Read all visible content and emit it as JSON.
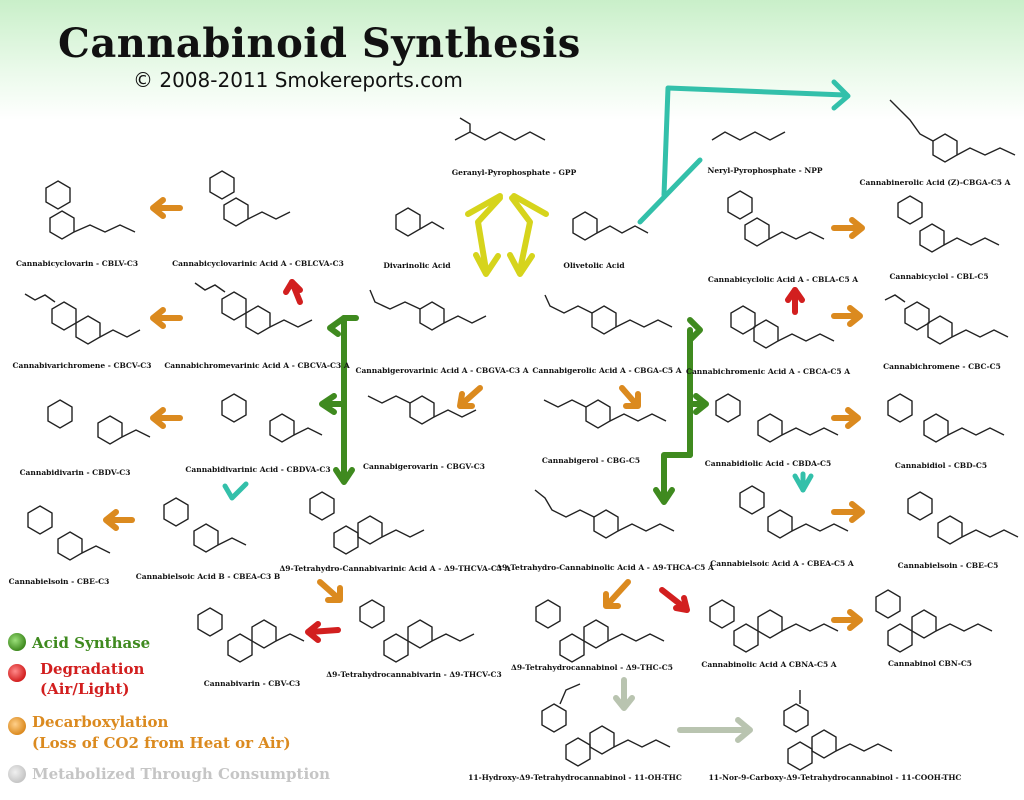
{
  "title": "Cannabinoid Synthesis",
  "subtitle": "© 2008-2011 Smokereports.com",
  "colors": {
    "acid_synthase": "#3f8a1f",
    "degradation": "#d21f1f",
    "decarboxylation": "#db8a1f",
    "metabolized": "#b9c4b0",
    "gpp_arrows": "#d6d41c",
    "npp_arrows": "#33c0aa"
  },
  "legend": [
    {
      "label": "Acid Synthase",
      "color": "#3f8a1f"
    },
    {
      "label": "Degradation",
      "label2": "(Air/Light)",
      "color": "#d21f1f"
    },
    {
      "label": "Decarboxylation",
      "label2": "(Loss of CO2 from Heat or Air)",
      "color": "#db8a1f"
    },
    {
      "label": "Metabolized Through Consumption",
      "color": "#c5c5c5"
    }
  ],
  "compounds": {
    "gpp": "Geranyl-Pyrophosphate - GPP",
    "npp": "Neryl-Pyrophosphate - NPP",
    "cbna": "Cannabinerolic Acid (Z)-CBGA-C5 A",
    "divarinolic": "Divarinolic Acid",
    "olivetolic": "Olivetolic Acid",
    "cblv": "Cannabicyclovarin - CBLV-C3",
    "cblva": "Cannabicyclovarinic Acid A - CBLCVA-C3",
    "cbla": "Cannabicyclolic Acid A - CBLA-C5 A",
    "cbl": "Cannabicyclol - CBL-C5",
    "cbcv": "Cannabivarichromene - CBCV-C3",
    "cbcva": "Cannabichromevarinic Acid A - CBCVA-C3 A",
    "cbgva": "Cannabigerovarinic Acid A - CBGVA-C3 A",
    "cbga": "Cannabigerolic Acid A - CBGA-C5 A",
    "cbca": "Cannabichromenic Acid A - CBCA-C5 A",
    "cbc": "Cannabichromene - CBC-C5",
    "cbdv": "Cannabidivarin - CBDV-C3",
    "cbdva": "Cannabidivarinic Acid - CBDVA-C3",
    "cbgv": "Cannabigerovarin - CBGV-C3",
    "cbg": "Cannabigerol - CBG-C5",
    "cbda": "Cannabidiolic Acid - CBDA-C5",
    "cbd": "Cannabidiol - CBD-C5",
    "cbe3": "Cannabielsoin - CBE-C3",
    "cbeab": "Cannabielsoic Acid B - CBEA-C3 B",
    "thcva": "Δ9-Tetrahydro-Cannabivarinic Acid A - Δ9-THCVA-C3 A",
    "thca": "Δ9-Tetrahydro-Cannabinolic Acid A - Δ9-THCA-C5 A",
    "cbea": "Cannabielsoic Acid A - CBEA-C5 A",
    "cbe5": "Cannabielsoin - CBE-C5",
    "cbv": "Cannabivarin - CBV-C3",
    "thcv": "Δ9-Tetrahydrocannabivarin - Δ9-THCV-C3",
    "thc": "Δ9-Tetrahydrocannabinol - Δ9-THC-C5",
    "cbnacid": "Cannabinolic Acid A CBNA-C5 A",
    "cbn": "Cannabinol CBN-C5",
    "ohthc": "11-Hydroxy-Δ9-Tetrahydrocannabinol - 11-OH-THC",
    "coohthc": "11-Nor-9-Carboxy-Δ9-Tetrahydrocannabinol - 11-COOH-THC"
  }
}
